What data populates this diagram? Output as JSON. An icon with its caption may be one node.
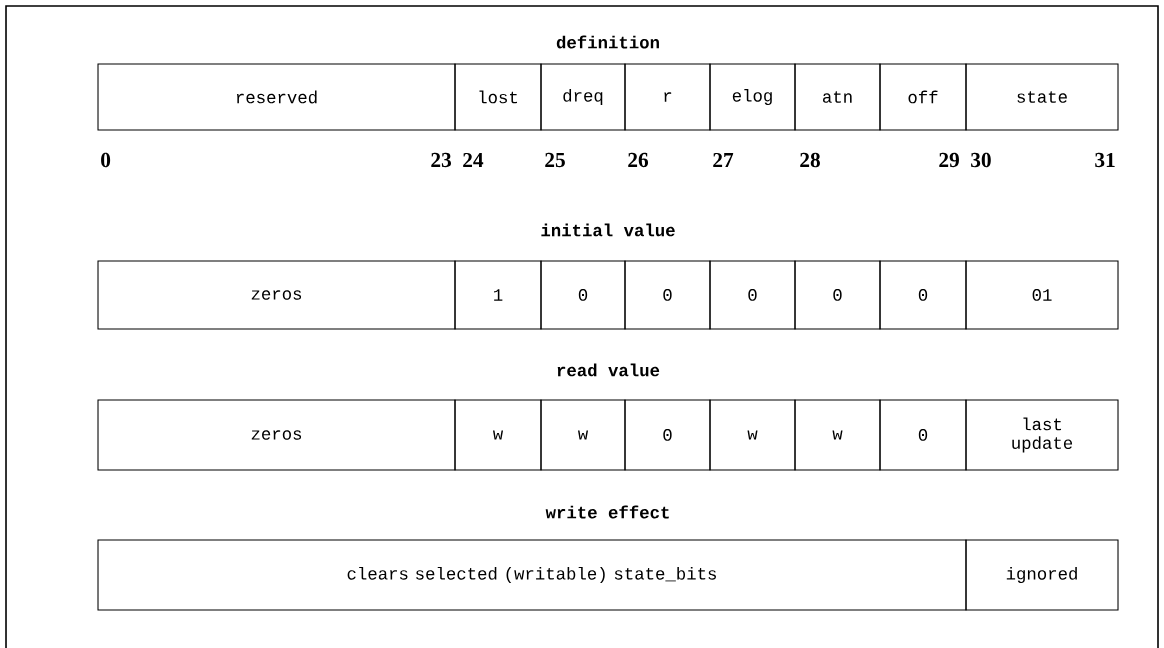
{
  "diagram": {
    "nodes": [
      {
        "text": [
          "reserved"
        ]
      },
      {
        "text": [
          "lost"
        ]
      },
      {
        "text": [
          "dreq"
        ]
      },
      {
        "text": [
          "r"
        ]
      },
      {
        "text": [
          "elog"
        ]
      },
      {
        "text": [
          "atn"
        ]
      },
      {
        "text": [
          "off"
        ]
      },
      {
        "text": [
          "state"
        ]
      },
      {
        "text": [
          "zeros"
        ]
      },
      {
        "text": [
          "1"
        ]
      },
      {
        "text": [
          "0"
        ]
      },
      {
        "text": [
          "0"
        ]
      },
      {
        "text": [
          "0"
        ]
      },
      {
        "text": [
          "0"
        ]
      },
      {
        "text": [
          "0"
        ]
      },
      {
        "text": [
          "01"
        ]
      },
      {
        "text": [
          "zeros"
        ]
      },
      {
        "text": [
          "w"
        ]
      },
      {
        "text": [
          "w"
        ]
      },
      {
        "text": [
          "0"
        ]
      },
      {
        "text": [
          "w"
        ]
      },
      {
        "text": [
          "w"
        ]
      },
      {
        "text": [
          "0"
        ]
      },
      {
        "text": [
          "last update"
        ]
      },
      {
        "text": [
          "clears selected (writable) state_bits"
        ]
      },
      {
        "text": [
          "ignored"
        ]
      }
    ],
    "labels": [
      "definition",
      "0",
      "23",
      "24",
      "25",
      "26",
      "27",
      "28",
      "29",
      "30",
      "31",
      "initial value",
      "read value",
      "write effect"
    ]
  }
}
